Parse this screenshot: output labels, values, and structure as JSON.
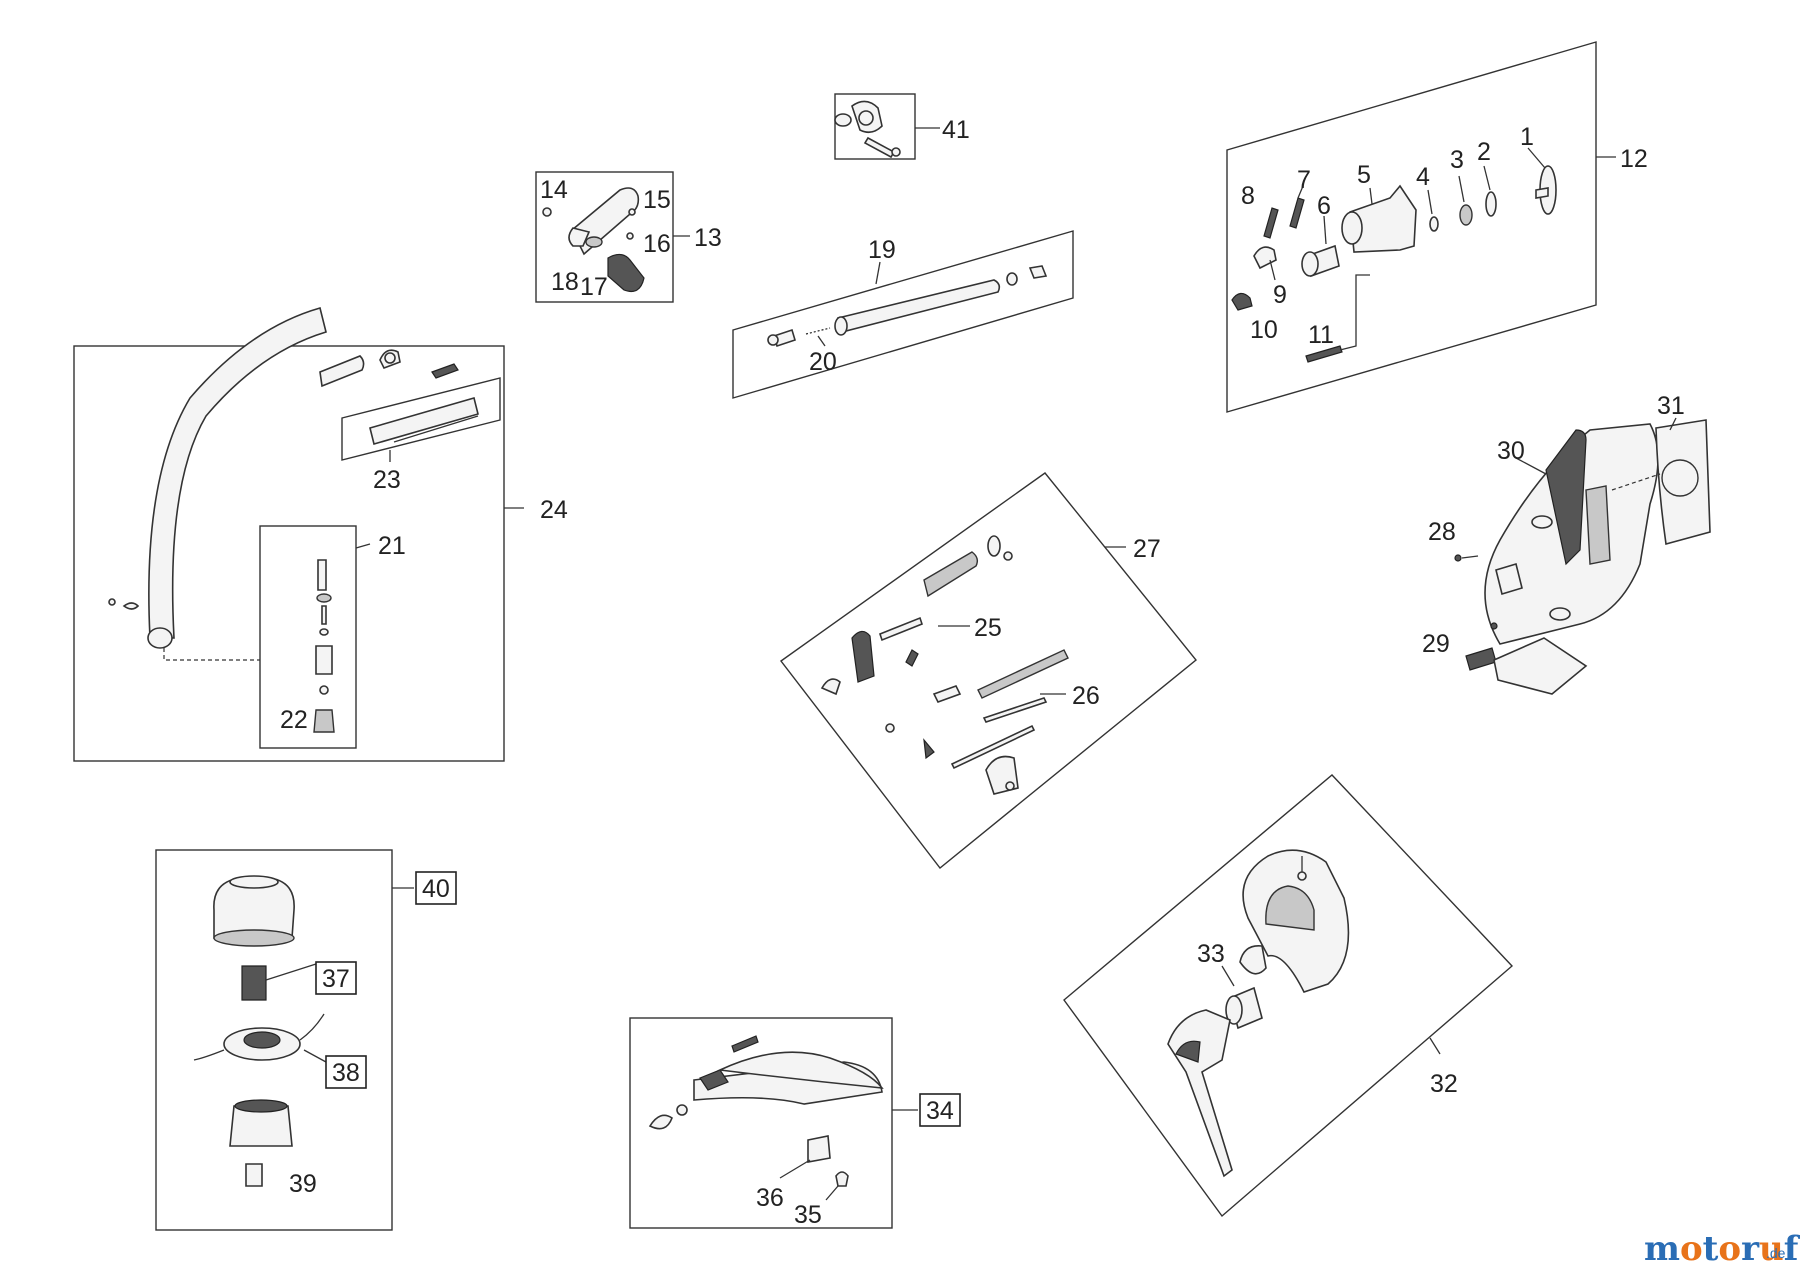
{
  "labels": {
    "p1": "1",
    "p2": "2",
    "p3": "3",
    "p4": "4",
    "p5": "5",
    "p6": "6",
    "p7": "7",
    "p8": "8",
    "p9": "9",
    "p10": "10",
    "p11": "11",
    "p12": "12",
    "p13": "13",
    "p14": "14",
    "p15": "15",
    "p16": "16",
    "p17": "17",
    "p18": "18",
    "p19": "19",
    "p20": "20",
    "p21": "21",
    "p22": "22",
    "p23": "23",
    "p24": "24",
    "p25": "25",
    "p26": "26",
    "p27": "27",
    "p28": "28",
    "p29": "29",
    "p30": "30",
    "p31": "31",
    "p32": "32",
    "p33": "33",
    "p34": "34",
    "p35": "35",
    "p36": "36",
    "p37": "37",
    "p38": "38",
    "p39": "39",
    "p40": "40",
    "p41": "41"
  },
  "watermark": {
    "brand": "motoruf",
    "suffix": ".de",
    "colors": [
      "#2a6db5",
      "#e8731a",
      "#2a6db5",
      "#e8731a",
      "#2a6db5",
      "#e8731a",
      "#2a6db5"
    ]
  }
}
